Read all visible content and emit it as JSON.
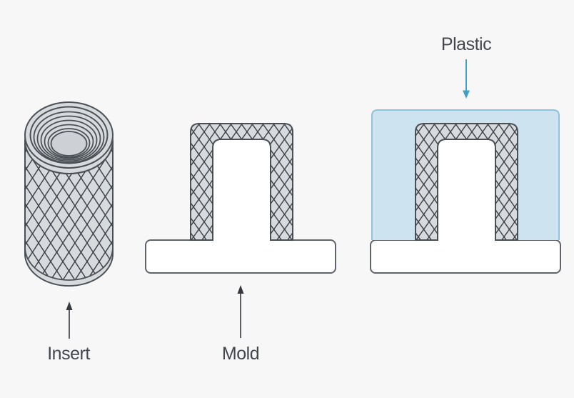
{
  "diagram": {
    "insert_label": "Insert",
    "mold_label": "Mold",
    "plastic_label": "Plastic"
  },
  "colors": {
    "background": "#f7f7f8",
    "metal_fill": "#d8dbde",
    "outline": "#4b5056",
    "knurl_line": "#3f444b",
    "base_fill": "#ffffff",
    "base_stroke": "#5f646a",
    "plastic_fill": "#cde3ef",
    "plastic_border": "#8fc3db",
    "plastic_arrow": "#3fa0c6",
    "arrow": "#35393f",
    "text": "#43474d",
    "hole_fill": "#cdd1d5"
  }
}
